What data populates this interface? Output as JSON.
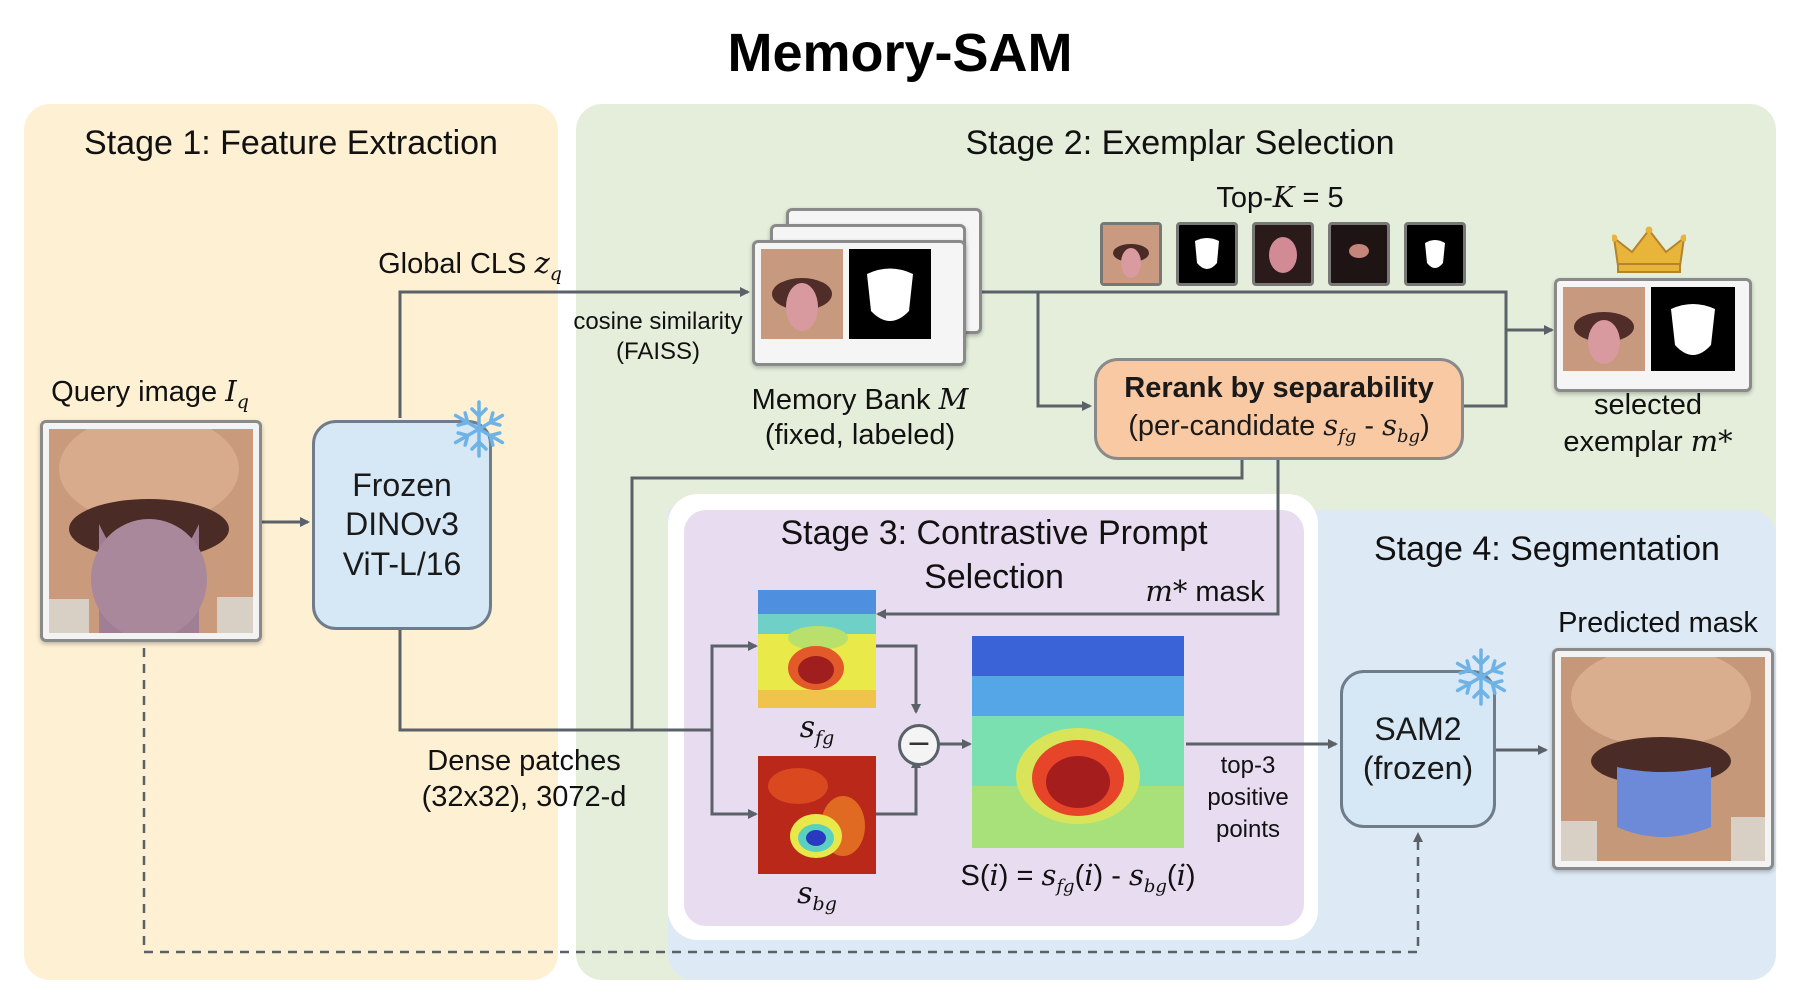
{
  "title": "Memory-SAM",
  "stage1": {
    "title": "Stage 1: Feature Extraction",
    "query_label": "Query image",
    "query_symbol": "I",
    "query_sub": "q",
    "encoder_line1": "Frozen",
    "encoder_line2": "DINOv3",
    "encoder_line3": "ViT-L/16",
    "global_label": "Global CLS",
    "global_symbol": "z",
    "global_sub": "q",
    "dense_line1": "Dense patches",
    "dense_line2": "(32x32), 3072-d"
  },
  "stage2": {
    "title": "Stage 2: Exemplar Selection",
    "topk_prefix": "Top-",
    "topk_k": "K",
    "topk_suffix": " = 5",
    "cosine_line1": "cosine similarity",
    "cosine_line2": "(FAISS)",
    "bank_label": "Memory Bank",
    "bank_symbol": "M",
    "bank_line2": "(fixed, labeled)",
    "rerank_line1": "Rerank by separability",
    "rerank_prefix": "(per-candidate ",
    "rerank_s1": "s",
    "rerank_s1_sub": "fg",
    "rerank_mid": " - ",
    "rerank_s2": "s",
    "rerank_s2_sub": "bg",
    "rerank_suffix": ")",
    "selected_line1": "selected",
    "selected_line2": "exemplar",
    "selected_symbol": "m*"
  },
  "stage3": {
    "title_line1": "Stage 3: Contrastive Prompt",
    "title_line2": "Selection",
    "mask_symbol": "m*",
    "mask_label": " mask",
    "sfg_symbol": "s",
    "sfg_sub": "fg",
    "sbg_symbol": "s",
    "sbg_sub": "bg",
    "minus_symbol": "−",
    "formula": {
      "lhs": "S(",
      "i": "i",
      "mid1": ") = ",
      "s1": "s",
      "s1_sub": "fg",
      "p1": "(",
      "p2": ") - ",
      "s2": "s",
      "s2_sub": "bg",
      "p3": "(",
      "p4": ")"
    },
    "points_line1": "top-3",
    "points_line2": "positive",
    "points_line3": "points"
  },
  "stage4": {
    "title": "Stage 4: Segmentation",
    "sam_line1": "SAM2",
    "sam_line2": "(frozen)",
    "pred_label": "Predicted mask"
  },
  "colors": {
    "stage1_bg": "#fdf0d3",
    "stage2_bg": "#e4eedb",
    "stage3_bg": "#e8dcf1",
    "stage4_bg": "#dde9f5",
    "model_box": "#d6e7f6",
    "rerank_box": "#f9c9a3",
    "arrow": "#5b6168",
    "crown": "#e8b43a",
    "snowflake": "#6fb3e6"
  },
  "icons": [
    "snowflake-icon",
    "crown-icon",
    "minus-circle-icon"
  ]
}
